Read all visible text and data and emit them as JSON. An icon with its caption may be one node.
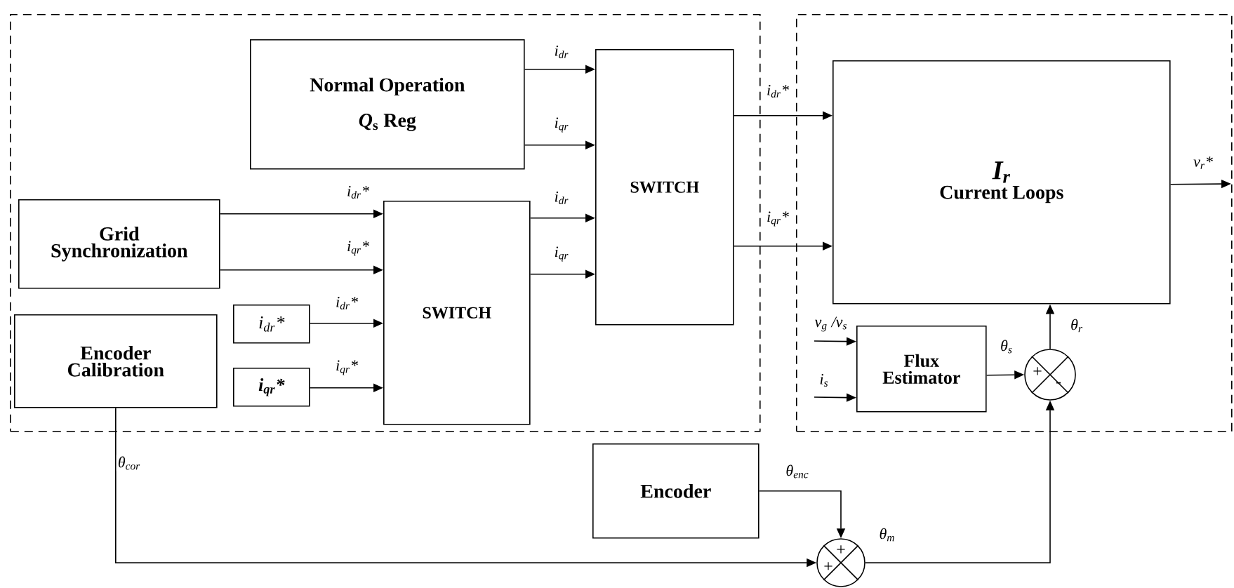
{
  "diagram": {
    "nodes": [
      {
        "text": [],
        "shape": "box"
      },
      {
        "text": [],
        "shape": "box"
      },
      {
        "text": [
          "Normal Operation",
          "*Q*$_{s}$ Reg"
        ],
        "in": 0
      },
      {
        "text": [
          "SWITCH"
        ],
        "in": 0
      },
      {
        "text": [
          "Grid Synchronization"
        ],
        "in": 0
      },
      {
        "text": [
          "SWITCH"
        ],
        "in": 0
      },
      {
        "text": [
          "i$_{dr}$*"
        ],
        "in": 0
      },
      {
        "text": [
          "i$_{qr}$*"
        ],
        "in": 0
      },
      {
        "text": [
          "Encoder Calibration"
        ],
        "in": 0
      },
      {
        "text": [
          "I$_{r}$",
          "Current Loops"
        ],
        "in": 1
      },
      {
        "text": [
          "Flux Estimator"
        ],
        "in": 1
      },
      {
        "text": [
          "+",
          "-"
        ],
        "in": 1
      },
      {
        "text": [
          "Encoder"
        ]
      },
      {
        "text": [
          "+",
          "+"
        ]
      }
    ],
    "edges": [
      {
        "from": 2,
        "to": 3,
        "arrow": "to",
        "label": "i$_{dr}$"
      },
      {
        "from": 2,
        "to": 3,
        "arrow": "to",
        "label": "i$_{qr}$"
      },
      {
        "from": 4,
        "to": 5,
        "arrow": "to",
        "label": "i$_{dr}$*"
      },
      {
        "from": 4,
        "to": 5,
        "arrow": "to",
        "label": "i$_{qr}$*"
      },
      {
        "from": 6,
        "to": 5,
        "arrow": "to",
        "label": "i$_{dr}$*"
      },
      {
        "from": 7,
        "to": 5,
        "arrow": "to",
        "label": "i$_{qr}$*"
      },
      {
        "from": 5,
        "to": 3,
        "arrow": "to",
        "label": "i$_{dr}$"
      },
      {
        "from": 5,
        "to": 3,
        "arrow": "to",
        "label": "i$_{qr}$"
      },
      {
        "from": 3,
        "to": 9,
        "arrow": "to",
        "label": "i$_{dr}$*"
      },
      {
        "from": 3,
        "to": 9,
        "arrow": "to",
        "label": "i$_{qr}$*"
      },
      {
        "from": 9,
        "to": null,
        "arrow": "to",
        "label": "v$_{r}$*"
      },
      {
        "from": null,
        "to": 10,
        "arrow": "to",
        "label": "v$_{g}$ /v$_{s}$"
      },
      {
        "from": null,
        "to": 10,
        "arrow": "to",
        "label": "i$_{s}$"
      },
      {
        "from": 10,
        "to": 11,
        "arrow": "to",
        "label": "θ$_{s}$"
      },
      {
        "from": 11,
        "to": 9,
        "arrow": "to",
        "label": "θ$_{r}$"
      },
      {
        "from": 8,
        "to": 13,
        "arrow": "to",
        "label": "θ$_{cor}$"
      },
      {
        "from": 12,
        "to": 13,
        "arrow": "to",
        "label": "θ$_{enc}$"
      },
      {
        "from": 13,
        "to": 11,
        "arrow": "to",
        "label": "θ$_{m}$"
      }
    ]
  }
}
